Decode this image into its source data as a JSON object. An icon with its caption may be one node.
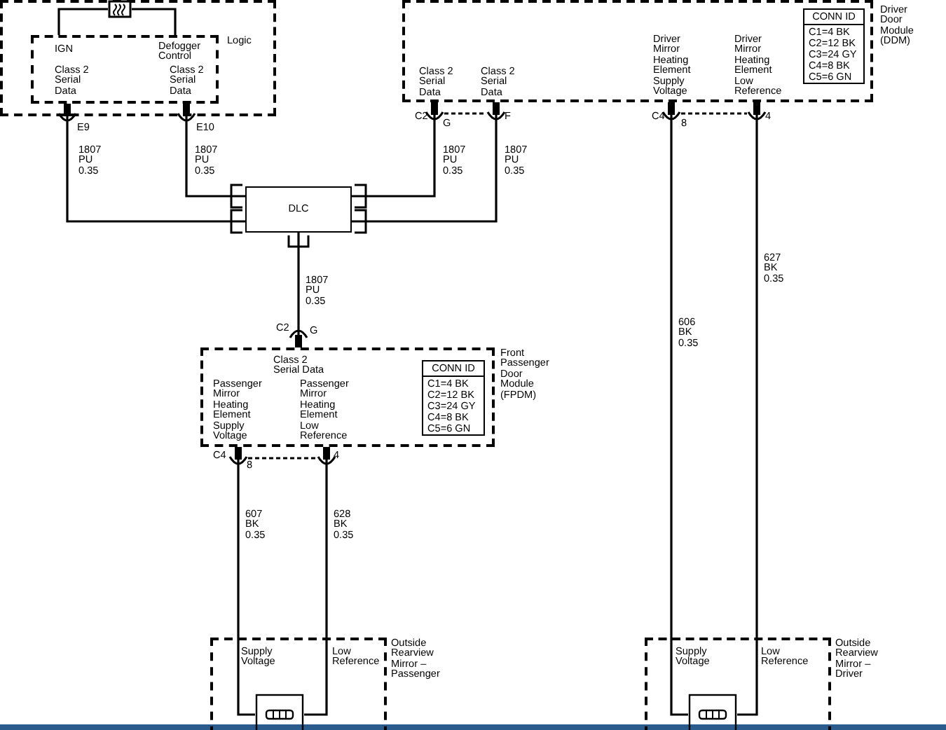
{
  "diagram": {
    "nodes": [
      {
        "text": [],
        "shape": "box"
      },
      {
        "text": [
          "IGN",
          "Defogger Control",
          "Class 2 Serial Data",
          "Class 2 Serial Data"
        ],
        "in": 0,
        "beside": [
          "Logic"
        ]
      },
      {
        "text": [],
        "shape": "picture",
        "in": 0
      },
      {
        "text": [
          "Class 2 Serial Data",
          "Class 2 Serial Data",
          "Driver Mirror Heating Element Supply Voltage",
          "Driver Mirror Heating Element Low Reference"
        ],
        "beside": [
          "Driver Door Module (DDM)"
        ]
      },
      {
        "text": [
          "CONN ID",
          "C1=4 BK",
          "C2=12 BK",
          "C3=24 GY",
          "C4=8 BK",
          "C5=6 GN"
        ],
        "in": 3
      },
      {
        "text": [
          "DLC"
        ]
      },
      {
        "text": [
          "Class 2 Serial Data",
          "Passenger Mirror Heating Element Supply Voltage",
          "Passenger Mirror Heating Element Low Reference"
        ],
        "beside": [
          "Front Passenger Door Module (FPDM)"
        ]
      },
      {
        "text": [
          "CONN ID",
          "C1=4 BK",
          "C2=12 BK",
          "C3=24 GY",
          "C4=8 BK",
          "C5=6 GN"
        ],
        "in": 6
      },
      {
        "text": [
          "Supply Voltage",
          "Low Reference"
        ],
        "beside": [
          "Outside Rearview Mirror – Passenger"
        ]
      },
      {
        "text": [],
        "shape": "picture",
        "in": 8
      },
      {
        "text": [
          "Supply Voltage",
          "Low Reference"
        ],
        "beside": [
          "Outside Rearview Mirror – Driver"
        ]
      },
      {
        "text": [],
        "shape": "picture",
        "in": 10
      }
    ],
    "edges": [
      {
        "from": 5,
        "to": 1,
        "arrow": "other",
        "label": "1807 PU 0.35"
      },
      {
        "from": 5,
        "to": 1,
        "arrow": "other",
        "label": "1807 PU 0.35"
      },
      {
        "from": 5,
        "to": 3,
        "arrow": "other",
        "label": "1807 PU 0.35"
      },
      {
        "from": 5,
        "to": 3,
        "arrow": "other",
        "label": "1807 PU 0.35"
      },
      {
        "from": 5,
        "to": 6,
        "arrow": "other",
        "label": "1807 PU 0.35"
      },
      {
        "from": 9,
        "to": 6,
        "arrow": "other",
        "label": "607 BK 0.35"
      },
      {
        "from": 9,
        "to": 6,
        "arrow": "other",
        "label": "628 BK 0.35"
      },
      {
        "from": 11,
        "to": 3,
        "arrow": "other",
        "label": "606 BK 0.35"
      },
      {
        "from": 11,
        "to": 3,
        "arrow": "other",
        "label": "627 BK 0.35"
      },
      {
        "from": 2,
        "to": 1,
        "arrow": "none"
      },
      {
        "from": 2,
        "to": 1,
        "arrow": "none"
      }
    ],
    "labels": [
      "E9",
      "E10",
      "C2",
      "G",
      "F",
      "C4",
      "8",
      "4",
      "C2",
      "G",
      "C4",
      "8",
      "4"
    ]
  }
}
